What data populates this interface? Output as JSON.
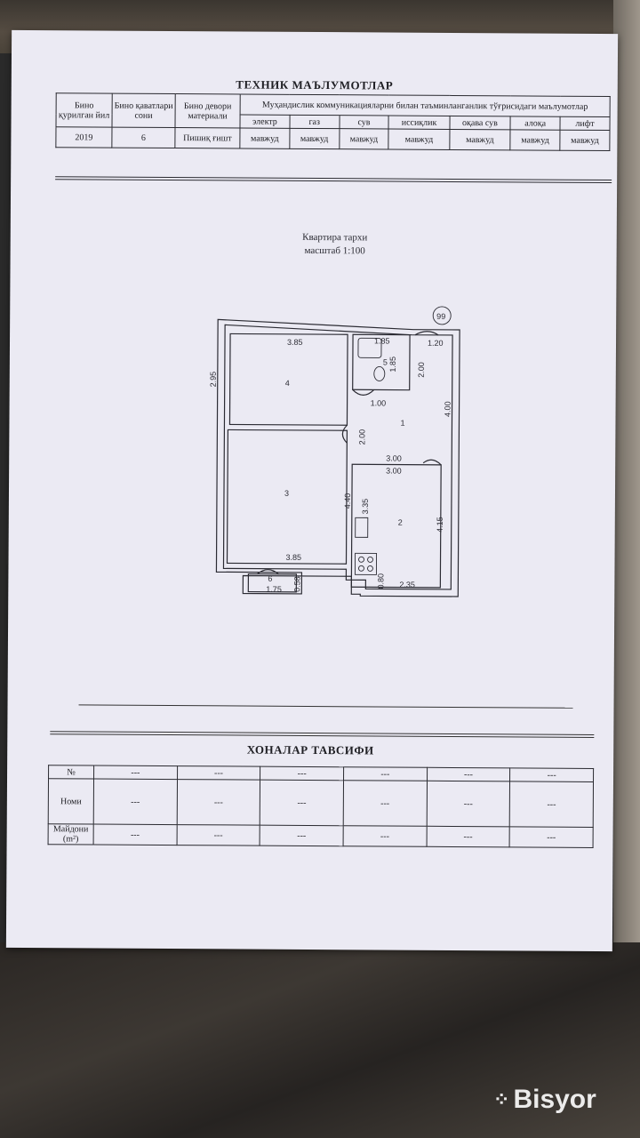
{
  "header": {
    "title": "ТЕХНИК МАЪЛУМОТЛАР",
    "cols": [
      "Бино қурилган йил",
      "Бино қаватлари сони",
      "Бино девори материали"
    ],
    "comm_title": "Муҳандислик коммуникацияларни билан таъминланганлик тўғрисидаги маълумотлар",
    "utilities": [
      "электр",
      "газ",
      "сув",
      "иссиқлик",
      "оқава сув",
      "алоқа",
      "лифт"
    ],
    "values": [
      "2019",
      "6",
      "Пишиқ ғишт"
    ],
    "utility_values": [
      "мавжуд",
      "мавжуд",
      "мавжуд",
      "мавжуд",
      "мавжуд",
      "мавжуд",
      "мавжуд"
    ]
  },
  "plan": {
    "caption_line1": "Квартира тархи",
    "caption_line2": "масштаб 1:100",
    "apt_number": "99",
    "labels": {
      "r4_w": "3.85",
      "r4_h": "2.95",
      "r4_num": "4",
      "r5_w": "1.85",
      "r5_h": "1.85",
      "r5_num": "5",
      "r1_h1": "2.00",
      "r1_w": "1.00",
      "r1_num": "1",
      "r1_h2": "4.00",
      "r1_top": "1.20",
      "r1_h3": "2.00",
      "r2_w1": "3.00",
      "r2_w2": "3.00",
      "r2_h": "4.15",
      "r2_num": "2",
      "r2_b": "2.35",
      "r2_k": "0.80",
      "r2_s": "3.35",
      "r3_h": "4.40",
      "r3_num": "3",
      "r3_w": "3.85",
      "r6_w": "1.75",
      "r6_h": "0.58",
      "r6_num": "6"
    }
  },
  "rooms_table": {
    "title": "ХОНАЛАР ТАВСИФИ",
    "row_labels": [
      "№",
      "Номи",
      "Майдони (m²)"
    ],
    "cell": "---"
  },
  "watermark": "Bisyor"
}
